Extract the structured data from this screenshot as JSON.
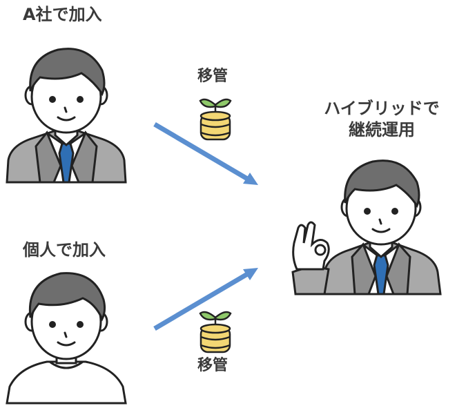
{
  "labels": {
    "company_join": "A社で加入",
    "individual_join": "個人で加入",
    "transfer_top": "移管",
    "transfer_bottom": "移管",
    "result_line1": "ハイブリッドで",
    "result_line2": "継続運用"
  },
  "icons": {
    "person": "businessman-illustration",
    "casual": "casual-person-illustration",
    "coins": "coin-stack-with-sprout",
    "arrow": "blue-arrow"
  },
  "colors": {
    "arrow": "#5b8fd0",
    "suit": "#a9a9a9",
    "suit_dark": "#8e8e8e",
    "tie": "#2f6fb5",
    "hair": "#6e6e6e",
    "coin": "#f3d774",
    "leaf": "#8fc96a",
    "outline": "#222222",
    "text": "#3a3a3a"
  }
}
